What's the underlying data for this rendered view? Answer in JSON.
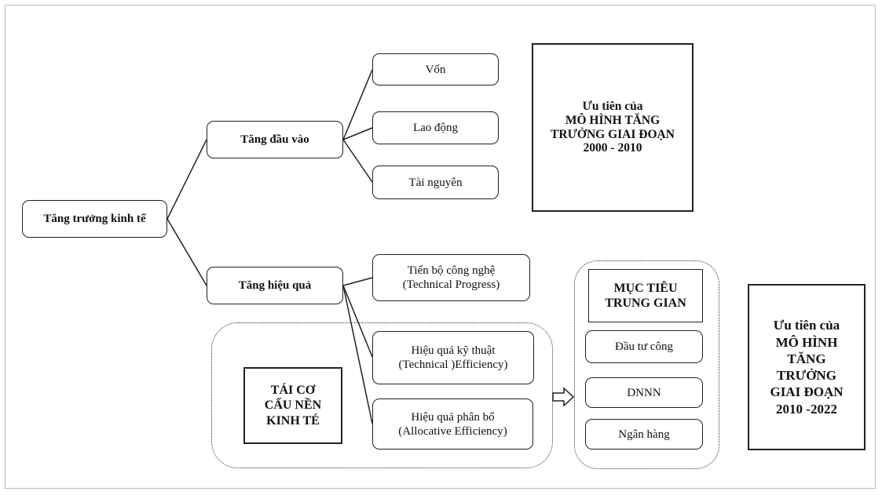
{
  "root": {
    "label": "Tăng trưởng kinh tế"
  },
  "branch_input": {
    "label": "Tăng đầu vào",
    "children": [
      "Vốn",
      "Lao động",
      "Tài nguyên"
    ]
  },
  "branch_efficiency": {
    "label": "Tăng hiệu quả",
    "children": [
      {
        "line1": "Tiến bộ công nghệ",
        "line2": "(Technical Progress)"
      },
      {
        "line1": "Hiệu quả kỹ thuật",
        "line2": "(Technical )Efficiency)"
      },
      {
        "line1": "Hiệu quả phân bổ",
        "line2": "(Allocative Efficiency)"
      }
    ]
  },
  "restructure": {
    "lines": [
      "TÁI CƠ",
      "CẤU NỀN",
      "KINH TÉ"
    ]
  },
  "intermediate": {
    "title_lines": [
      "MỤC TIÊU",
      "TRUNG GIAN"
    ],
    "items": [
      "Đầu tư công",
      "DNNN",
      "Ngân hàng"
    ]
  },
  "model_2000": {
    "lines": [
      "Ưu tiên của",
      "MÔ HÌNH TĂNG",
      "TRƯỞNG GIAI ĐOẠN",
      "2000 - 2010"
    ]
  },
  "model_2010": {
    "lines": [
      "Ưu tiên của",
      "MÔ HÌNH",
      "TĂNG",
      "TRƯỞNG",
      "GIAI ĐOẠN",
      "2010 -2022"
    ]
  }
}
